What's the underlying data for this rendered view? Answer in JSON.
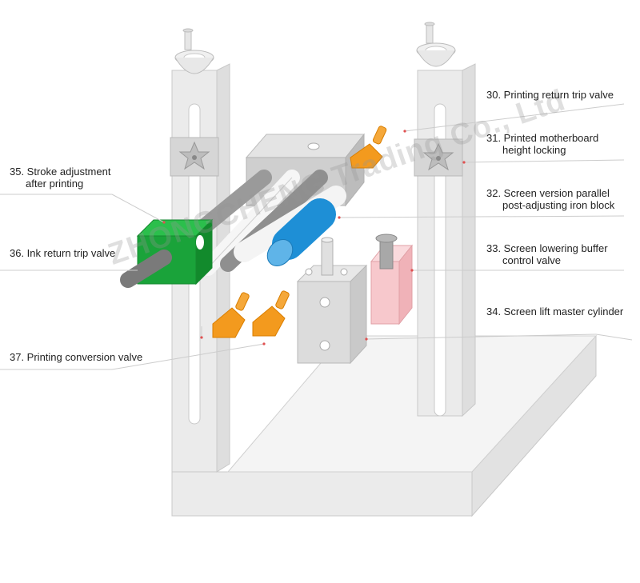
{
  "labels": {
    "l30": {
      "line1": "30. Printing return trip valve"
    },
    "l31": {
      "line1": "31. Printed motherboard",
      "line2": "height locking"
    },
    "l32": {
      "line1": "32. Screen version parallel",
      "line2": "post-adjusting iron block"
    },
    "l33": {
      "line1": "33. Screen lowering buffer",
      "line2": "control valve"
    },
    "l34": {
      "line1": "34. Screen lift master cylinder"
    },
    "l35": {
      "line1": "35. Stroke adjustment",
      "line2": "after printing"
    },
    "l36": {
      "line1": "36. Ink return trip valve"
    },
    "l37": {
      "line1": "37. Printing conversion valve"
    }
  },
  "watermark": "ZHONGCHENG Trading Co., Ltd",
  "colors": {
    "frame_fill": "#ebebeb",
    "frame_stroke": "#c8c8c8",
    "block_gray": "#d9d9d9",
    "valve_orange": "#f39a1e",
    "ink_valve_green": "#1aa33a",
    "roller_blue": "#1e8fd6",
    "cylinder_pink": "#f7c8cc",
    "leader_line": "#cccccc",
    "leader_dot": "#e05050"
  },
  "icons": {
    "star_lock": "star-lock-icon",
    "handwheel": "handwheel-icon"
  }
}
